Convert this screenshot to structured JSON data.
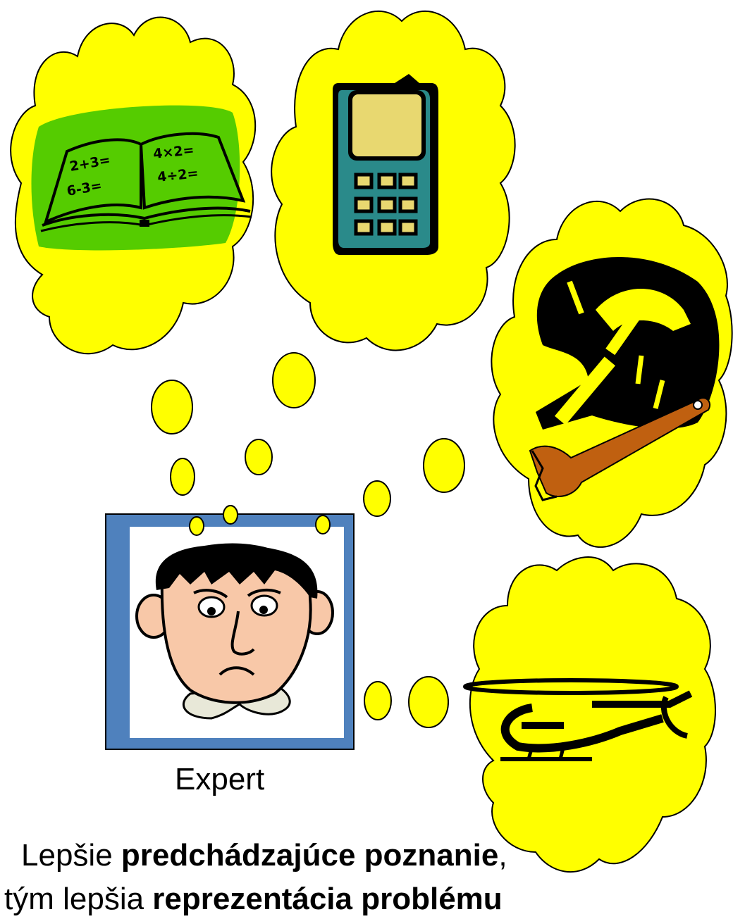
{
  "book": {
    "left_top": "2+3=",
    "left_bottom": "6-3=",
    "right_top": "4×2=",
    "right_bottom": "4÷2="
  },
  "expert_caption": "Expert",
  "text": {
    "line1": [
      {
        "t": "Lepšie ",
        "b": false
      },
      {
        "t": "predchádzajúce poznanie",
        "b": true
      },
      {
        "t": ",",
        "b": false
      }
    ],
    "line2": [
      {
        "t": "tým lepšia ",
        "b": false
      },
      {
        "t": "reprezentácia problému",
        "b": true
      }
    ]
  },
  "colors": {
    "cloud": "#ffff00",
    "book_bg": "#55cc00",
    "phone": "#2a8a8a",
    "phone_screen": "#e8d870",
    "frame": "#4f81bd",
    "skin": "#f8c8a8",
    "wrench": "#c06010"
  },
  "icons": [
    "math-book-icon",
    "mobile-phone-icon",
    "tools-icon",
    "wrench-icon",
    "helicopter-icon",
    "sad-face-icon"
  ]
}
